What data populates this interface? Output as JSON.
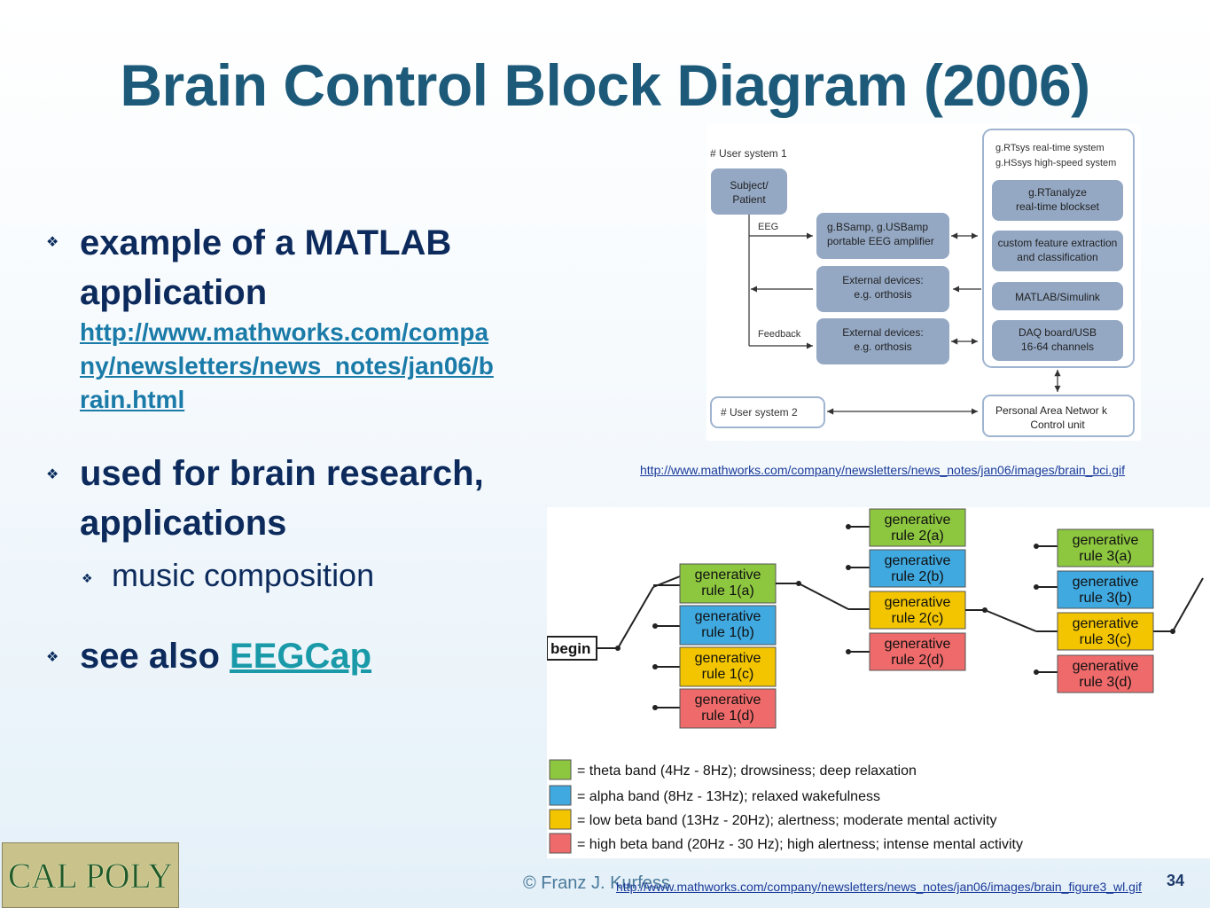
{
  "slide": {
    "title": "Brain Control Block Diagram (2006)",
    "bullets": [
      {
        "text": "example of a MATLAB application",
        "link": "http://www.mathworks.com/company/newsletters/news_notes/jan06/brain.html",
        "link_lines": [
          "http://www.mathworks.com/compa",
          "ny/newsletters/news_notes/jan06/b",
          "rain.html"
        ]
      },
      {
        "text": "used for brain research, applications",
        "text_lines": [
          "used for brain research,",
          "applications"
        ],
        "sub": [
          "music composition"
        ]
      },
      {
        "text_prefix": "see also ",
        "link_text": "EEGCap"
      }
    ],
    "bullet_glyph": "❖",
    "top_image_caption": "http://www.mathworks.com/company/newsletters/news_notes/jan06/images/brain_bci.gif",
    "bottom_image_caption": "http://www.mathworks.com/company/newsletters/news_notes/jan06/images/brain_figure3_wl.gif",
    "footer_author": "© Franz J. Kurfess",
    "page_number": "34",
    "logo_text": "CAL POLY"
  },
  "bci_diagram": {
    "user_system_1": "# User system 1",
    "user_system_2": "# User system  2",
    "subject": [
      "Subject/",
      "Patient"
    ],
    "eeg_label": "EEG",
    "feedback_label": "Feedback",
    "amp": [
      "g.BSamp, g.USBamp",
      "portable EEG amplifier"
    ],
    "ext1": [
      "External devices:",
      "e.g. orthosis"
    ],
    "ext2": [
      "External devices:",
      "e.g. orthosis"
    ],
    "rtsys": "g.RTsys  real-time system",
    "hssys": "g.HSsys  high-speed system",
    "rtanalyze": [
      "g.RTanalyze",
      "real-time blockset"
    ],
    "custom": [
      "custom feature extraction",
      "and classification"
    ],
    "matlab": "MATLAB/Simulink",
    "daq": [
      "DAQ board/USB",
      "16-64 channels"
    ],
    "pan": [
      "Personal Area Networ    k",
      "Control unit"
    ]
  },
  "music_diagram": {
    "begin": "begin",
    "rules": {
      "r1": [
        [
          "generative",
          "rule 1(a)"
        ],
        [
          "generative",
          "rule 1(b)"
        ],
        [
          "generative",
          "rule 1(c)"
        ],
        [
          "generative",
          "rule 1(d)"
        ]
      ],
      "r2": [
        [
          "generative",
          "rule 2(a)"
        ],
        [
          "generative",
          "rule 2(b)"
        ],
        [
          "generative",
          "rule 2(c)"
        ],
        [
          "generative",
          "rule 2(d)"
        ]
      ],
      "r3": [
        [
          "generative",
          "rule 3(a)"
        ],
        [
          "generative",
          "rule 3(b)"
        ],
        [
          "generative",
          "rule 3(c)"
        ],
        [
          "generative",
          "rule 3(d)"
        ]
      ]
    },
    "legend": [
      {
        "label": "= theta band (4Hz - 8Hz); drowsiness; deep relaxation",
        "color": "#8dc63f"
      },
      {
        "label": "= alpha band (8Hz - 13Hz); relaxed wakefulness",
        "color": "#3fa9e0"
      },
      {
        "label": "= low beta band (13Hz - 20Hz); alertness; moderate mental activity",
        "color": "#f2c500"
      },
      {
        "label": "= high beta band (20Hz - 30 Hz); high alertness; intense mental activity",
        "color": "#ef6a6a"
      }
    ]
  }
}
